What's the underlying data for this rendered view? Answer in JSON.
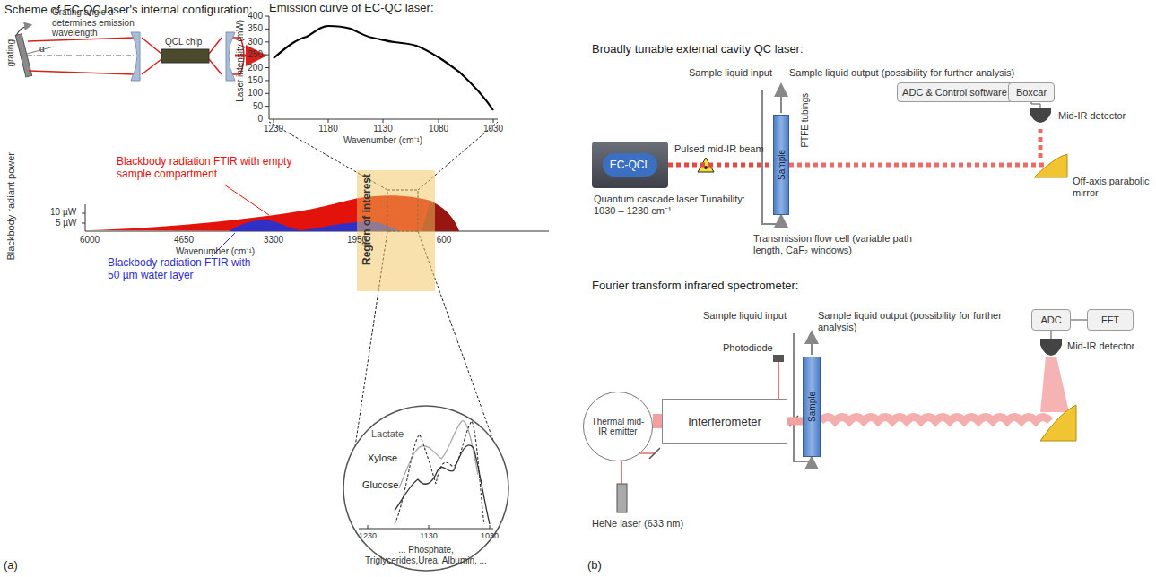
{
  "diagram": {
    "nodes": [
      {
        "text": [
          "Region of interest"
        ]
      },
      {
        "text": [
          "EC-QCL"
        ]
      },
      {
        "text": [
          "Sample"
        ]
      },
      {
        "text": [
          "ADC & Control software"
        ]
      },
      {
        "text": [
          "Boxcar"
        ]
      },
      {
        "text": [
          "Thermal mid-IR emitter"
        ]
      },
      {
        "text": [
          "Interferometer"
        ]
      },
      {
        "text": [
          "Sample"
        ]
      },
      {
        "text": [
          "ADC"
        ]
      },
      {
        "text": [
          "FFT"
        ]
      }
    ],
    "edges": [
      {
        "from": 3,
        "to": 4,
        "arrow": "none"
      },
      {
        "from": 1,
        "to": 2,
        "arrow": "none"
      },
      {
        "from": 5,
        "to": 6,
        "arrow": "none"
      },
      {
        "from": 6,
        "to": 7,
        "arrow": "none"
      },
      {
        "from": 8,
        "to": 9,
        "arrow": "none"
      }
    ],
    "labels": [
      "Scheme of EC-QC laser's internal configuration:",
      "Grating angle α determines emission wavelength",
      "grating",
      "QCL chip",
      "Emission curve of EC-QC laser:",
      "Laser intensity (mW)",
      "400",
      "350",
      "300",
      "250",
      "200",
      "150",
      "100",
      "50",
      "0",
      "1230",
      "1180",
      "1130",
      "1080",
      "1030",
      "Wavenumber (cm⁻¹)",
      "Blackbody radiant power",
      "10 µW",
      "5 µW",
      "6000",
      "4650",
      "3300",
      "1950",
      "600",
      "Wavenumber (cm⁻¹)",
      "Blackbody radiation FTIR with empty sample compartment",
      "Blackbody radiation FTIR with 50 µm water layer",
      "Lactate",
      "Xylose",
      "Glucose",
      "1230",
      "1130",
      "1030",
      "... Phosphate, Triglycerides,Urea, Albumin, ...",
      "(a)",
      "Broadly tunable external cavity QC laser:",
      "Sample liquid input",
      "Sample liquid output (possibility for further analysis)",
      "PTFE tubings",
      "Pulsed mid-IR beam",
      "Quantum cascade laser Tunability: 1030 – 1230 cm⁻¹",
      "Transmission flow cell (variable path length, CaF₂ windows)",
      "Mid-IR detector",
      "Off-axis parabolic mirror",
      "Fourier transform infrared spectrometer:",
      "Sample liquid input",
      "Sample liquid output (possibility for further analysis)",
      "Photodiode",
      "HeNe laser (633 nm)",
      "Mid-IR detector",
      "(b)",
      "α"
    ]
  }
}
